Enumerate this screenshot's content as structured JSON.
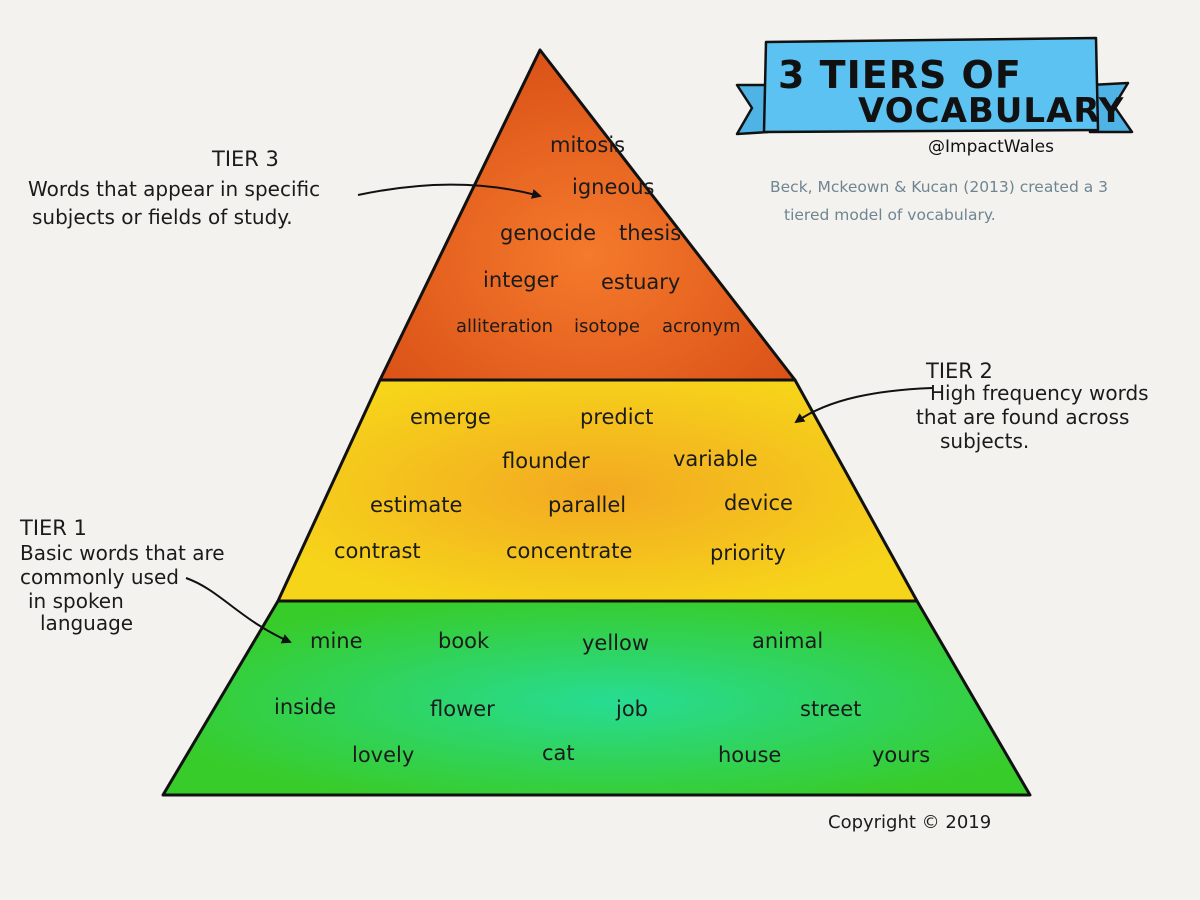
{
  "banner": {
    "line1": "3 TIERS OF",
    "line2": "VOCABULARY",
    "handle": "@ImpactWales"
  },
  "credit": {
    "line1": "Beck, Mckeown & Kucan (2013) created a 3",
    "line2": "tiered model of vocabulary."
  },
  "tiers": {
    "tier3": {
      "title": "TIER 3",
      "description": [
        "Words that appear in specific",
        "subjects or fields of study."
      ],
      "words": [
        "mitosis",
        "igneous",
        "genocide",
        "thesis",
        "integer",
        "estuary",
        "alliteration",
        "isotope",
        "acronym"
      ]
    },
    "tier2": {
      "title": "TIER 2",
      "description": [
        "High frequency words",
        "that are found across",
        "subjects."
      ],
      "words": [
        "emerge",
        "predict",
        "flounder",
        "variable",
        "estimate",
        "parallel",
        "device",
        "contrast",
        "concentrate",
        "priority"
      ]
    },
    "tier1": {
      "title": "TIER 1",
      "description": [
        "Basic words that are",
        "commonly used",
        "in spoken",
        "language"
      ],
      "words": [
        "mine",
        "book",
        "yellow",
        "animal",
        "inside",
        "flower",
        "job",
        "street",
        "lovely",
        "cat",
        "house",
        "yours"
      ]
    }
  },
  "copyright": "Copyright © 2019",
  "colors": {
    "tier3_center": "#f06a2a",
    "tier3_edge": "#dc5319",
    "tier2_center": "#f4b422",
    "tier2_edge": "#f5d21a",
    "tier1_center": "#2ed98a",
    "tier1_edge": "#35cd2d",
    "banner_fill": "#5bc2f2",
    "background": "#f3f2ee"
  }
}
